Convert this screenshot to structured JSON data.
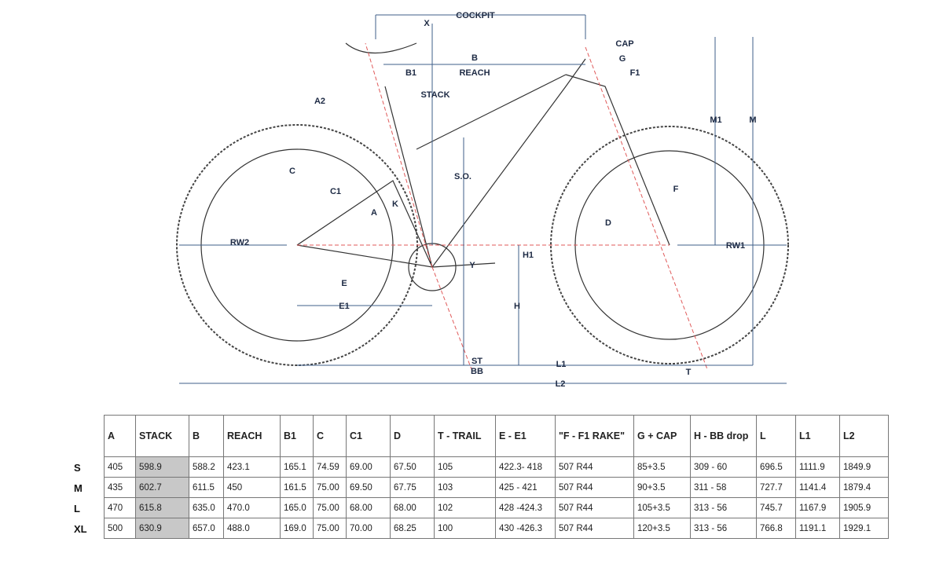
{
  "diagram": {
    "labels": {
      "cockpit": "COCKPIT",
      "x": "X",
      "cap": "CAP",
      "b": "B",
      "g": "G",
      "b1": "B1",
      "reach": "REACH",
      "f1": "F1",
      "stack": "STACK",
      "a2": "A2",
      "m1": "M1",
      "m": "M",
      "c": "C",
      "so": "S.O.",
      "c1": "C1",
      "f": "F",
      "k": "K",
      "a": "A",
      "d": "D",
      "rw2": "RW2",
      "rw1": "RW1",
      "h1": "H1",
      "y": "Y",
      "e": "E",
      "e1": "E1",
      "h": "H",
      "st": "ST",
      "l1": "L1",
      "bb": "BB",
      "t": "T",
      "l2": "L2"
    }
  },
  "table": {
    "headers": [
      "A",
      "STACK",
      "B",
      "REACH",
      "B1",
      "C",
      "C1",
      "D",
      "T - TRAIL",
      "E - E1",
      "\"F - F1 RAKE\"",
      "G + CAP",
      "H - BB drop",
      "L",
      "L1",
      "L2"
    ],
    "rows": [
      {
        "size": "S",
        "cells": [
          "405",
          "598.9",
          "588.2",
          "423.1",
          "165.1",
          "74.59",
          "69.00",
          "67.50",
          "105",
          "422.3- 418",
          "507 R44",
          "85+3.5",
          "309 - 60",
          "696.5",
          "1111.9",
          "1849.9"
        ]
      },
      {
        "size": "M",
        "cells": [
          "435",
          "602.7",
          "611.5",
          "450",
          "161.5",
          "75.00",
          "69.50",
          "67.75",
          "103",
          "425 - 421",
          "507 R44",
          "90+3.5",
          "311 - 58",
          "727.7",
          "1141.4",
          "1879.4"
        ]
      },
      {
        "size": "L",
        "cells": [
          "470",
          "615.8",
          "635.0",
          "470.0",
          "165.0",
          "75.00",
          "68.00",
          "68.00",
          "102",
          "428 -424.3",
          "507 R44",
          "105+3.5",
          "313 - 56",
          "745.7",
          "1167.9",
          "1905.9"
        ]
      },
      {
        "size": "XL",
        "cells": [
          "500",
          "630.9",
          "657.0",
          "488.0",
          "169.0",
          "75.00",
          "70.00",
          "68.25",
          "100",
          "430 -426.3",
          "507 R44",
          "120+3.5",
          "313 - 56",
          "766.8",
          "1191.1",
          "1929.1"
        ]
      }
    ]
  }
}
